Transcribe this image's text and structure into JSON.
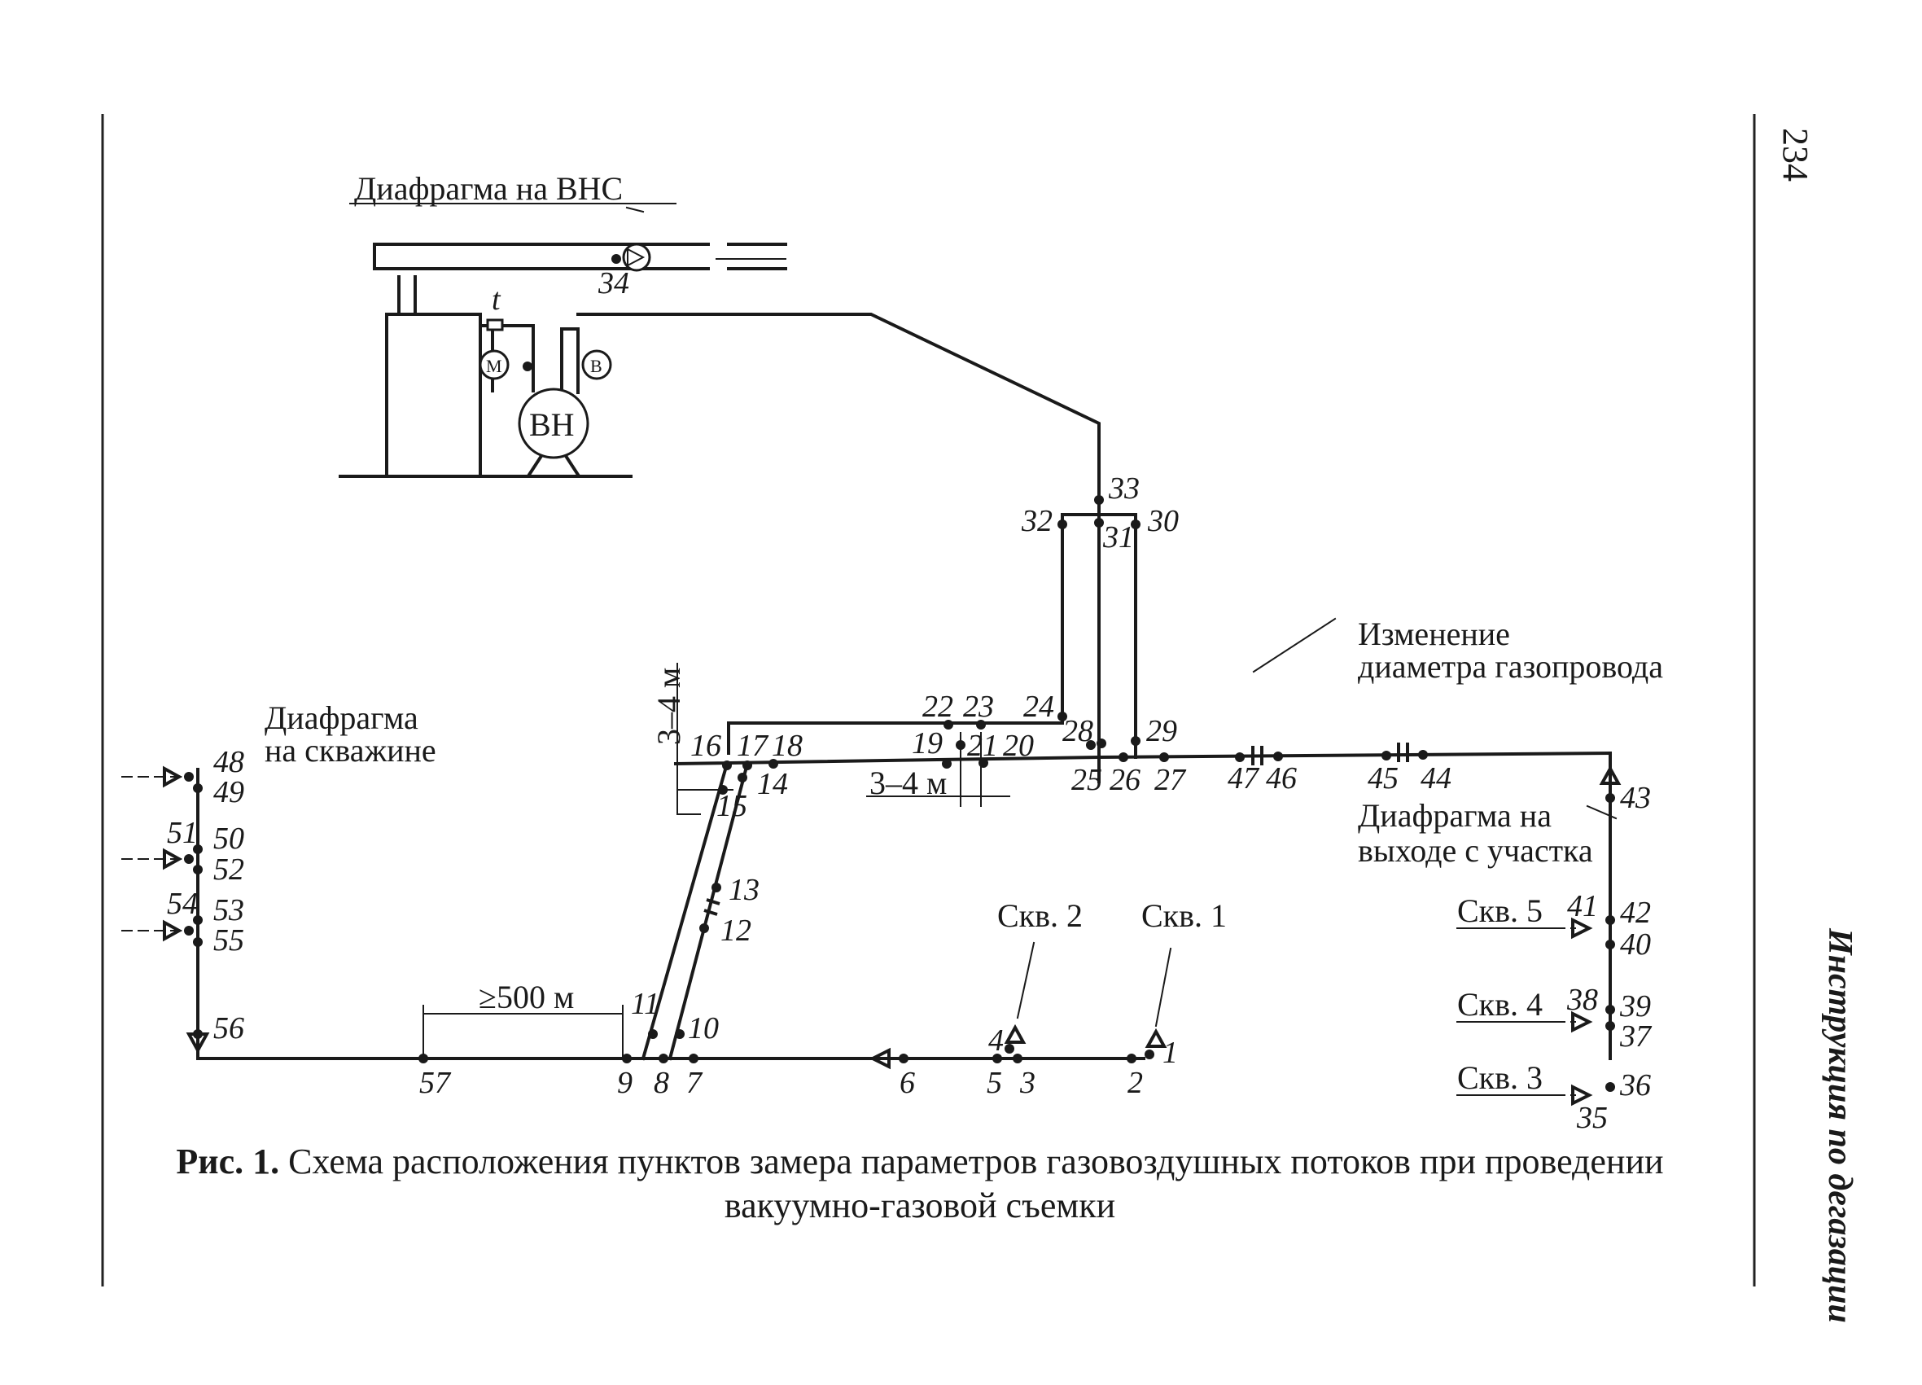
{
  "page_number": "234",
  "running_head": "Инструкция по дегазации",
  "caption": {
    "prefix": "Рис. 1.",
    "line1": "Схема расположения пунктов замера параметров газовоздушных потоков при проведении",
    "line2": "вакуумно-газовой съемки"
  },
  "labels": {
    "vns_diaphragm": "Диафрагма на ВНС",
    "pump": "ВН",
    "manometer": "М",
    "vacuum_gauge": "В",
    "temperature": "t",
    "well_diaphragm_1": "Диафрагма",
    "well_diaphragm_2": "на скважине",
    "diameter_change_1": "Изменение",
    "diameter_change_2": "диаметра газопровода",
    "exit_diaphragm_1": "Диафрагма на",
    "exit_diaphragm_2": "выходе с участка",
    "dim_vertical": "3–4 м",
    "dim_horizontal": "3–4 м",
    "dim_500": "≥500 м",
    "well_1": "Скв. 1",
    "well_2": "Скв. 2",
    "well_3": "Скв. 3",
    "well_4": "Скв. 4",
    "well_5": "Скв. 5"
  },
  "point_numbers": {
    "p1": "1",
    "p2": "2",
    "p3": "3",
    "p4": "4",
    "p5": "5",
    "p6": "6",
    "p7": "7",
    "p8": "8",
    "p9": "9",
    "p10": "10",
    "p11": "11",
    "p12": "12",
    "p13": "13",
    "p14": "14",
    "p15": "15",
    "p16": "16",
    "p17": "17",
    "p18": "18",
    "p19": "19",
    "p20": "20",
    "p21": "21",
    "p22": "22",
    "p23": "23",
    "p24": "24",
    "p25": "25",
    "p26": "26",
    "p27": "27",
    "p28": "28",
    "p29": "29",
    "p30": "30",
    "p31": "31",
    "p32": "32",
    "p33": "33",
    "p34": "34",
    "p35": "35",
    "p36": "36",
    "p37": "37",
    "p38": "38",
    "p39": "39",
    "p40": "40",
    "p41": "41",
    "p42": "42",
    "p43": "43",
    "p44": "44",
    "p45": "45",
    "p46": "46",
    "p47": "47",
    "p48": "48",
    "p49": "49",
    "p50": "50",
    "p51": "51",
    "p52": "52",
    "p53": "53",
    "p54": "54",
    "p55": "55",
    "p56": "56",
    "p57": "57"
  }
}
